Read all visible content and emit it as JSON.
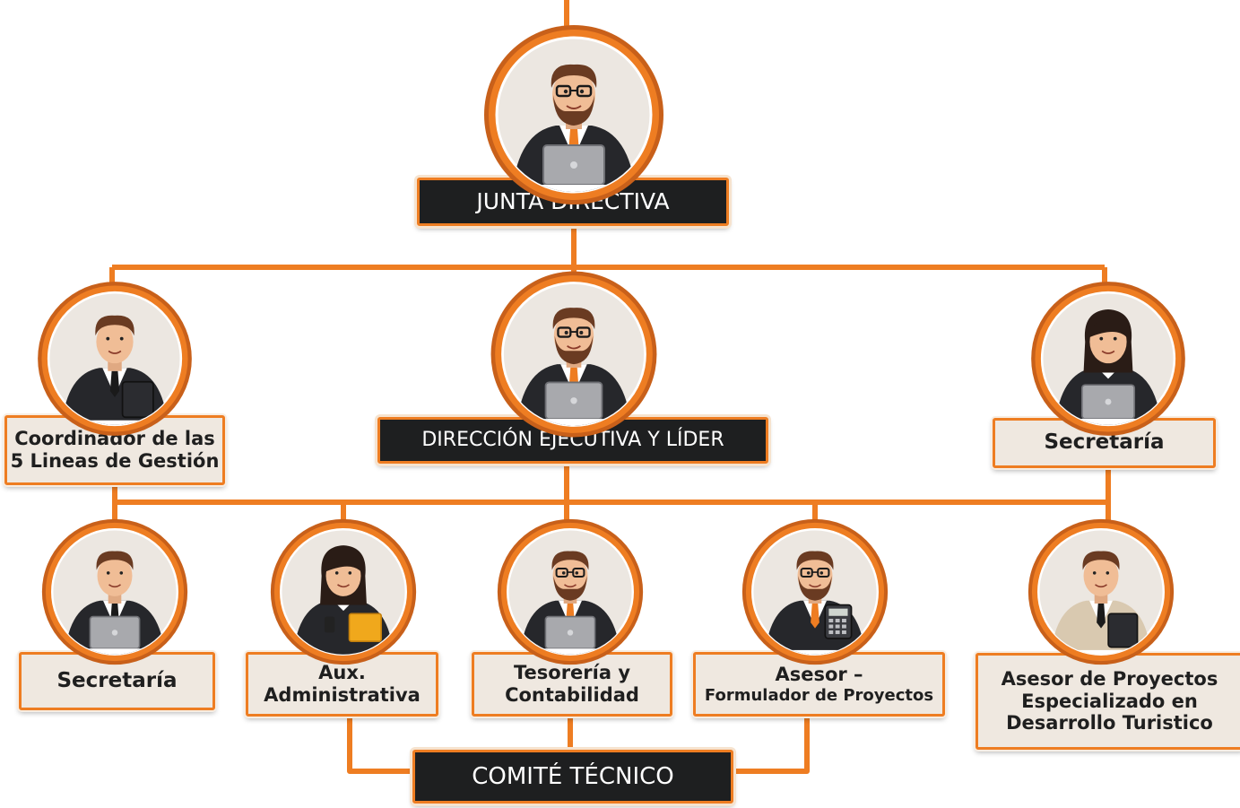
{
  "colors": {
    "accent": "#ee7d22",
    "accent_dark": "#c8601a",
    "dark_box": "#1e1f20",
    "light_box": "#efe8e0",
    "avatar_bg": "#ece7e1"
  },
  "nodes": [
    {
      "id": "junta",
      "lines": [
        "JUNTA DIRECTIVA"
      ],
      "icon": "man-glasses-laptop-icon"
    },
    {
      "id": "coordinador",
      "lines": [
        "Coordinador de las",
        "5 Lineas de Gestión"
      ],
      "icon": "man-tablet-icon"
    },
    {
      "id": "direccion",
      "lines": [
        "DIRECCIÓN EJECUTIVA Y LÍDER"
      ],
      "icon": "man-glasses-laptop-icon"
    },
    {
      "id": "secretaria-top",
      "lines": [
        "Secretaría"
      ],
      "icon": "woman-laptop-icon"
    },
    {
      "id": "secretaria-bottom",
      "lines": [
        "Secretaría"
      ],
      "icon": "man-laptop-icon"
    },
    {
      "id": "aux",
      "lines": [
        "Aux.",
        "Administrativa"
      ],
      "icon": "woman-phone-folder-icon"
    },
    {
      "id": "tesoreria",
      "lines": [
        "Tesorería y",
        "Contabilidad"
      ],
      "icon": "man-glasses-laptop-icon"
    },
    {
      "id": "asesor",
      "lines": [
        "Asesor –",
        "Formulador de Proyectos"
      ],
      "icon": "man-calculator-icon"
    },
    {
      "id": "asesor-turismo",
      "lines": [
        "Asesor de Proyectos",
        "Especializado en",
        "Desarrollo Turistico"
      ],
      "icon": "man-tablet-icon"
    },
    {
      "id": "comite",
      "lines": [
        "COMITÉ TÉCNICO"
      ],
      "icon": ""
    }
  ]
}
